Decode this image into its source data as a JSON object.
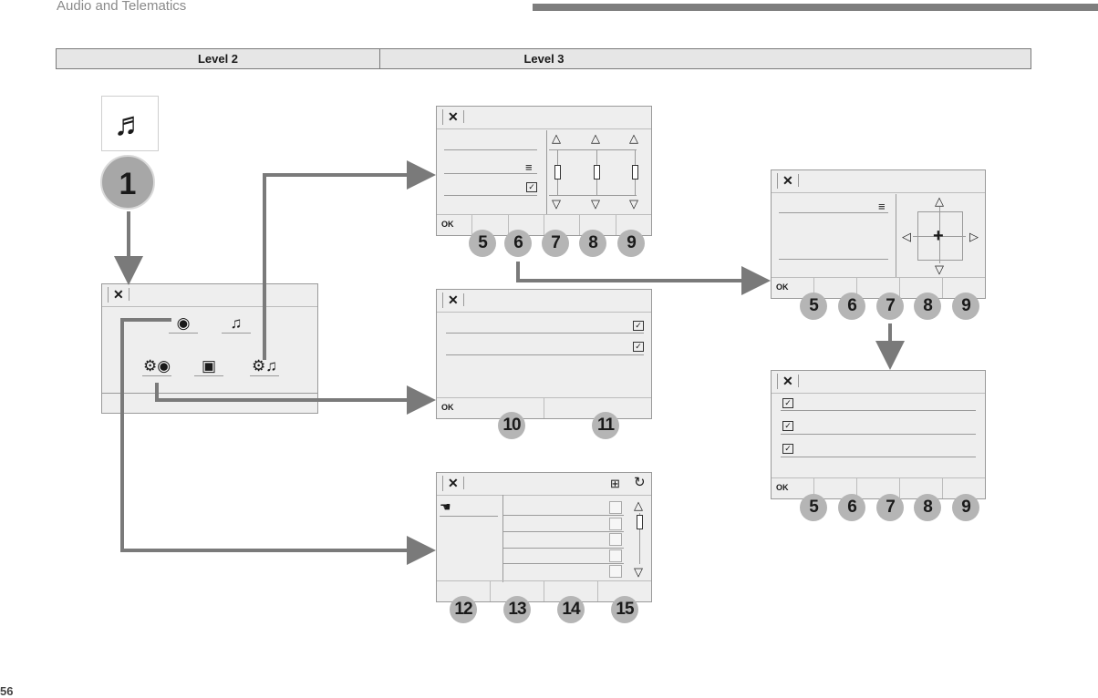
{
  "header": {
    "section": "Audio and Telematics"
  },
  "levels": {
    "level2": "Level 2",
    "level3": "Level 3"
  },
  "page_number": "56",
  "main_step": "1",
  "ok_label": "OK",
  "callouts": {
    "eq_panel": [
      "5",
      "6",
      "7",
      "8",
      "9"
    ],
    "balance_panel": [
      "5",
      "6",
      "7",
      "8",
      "9"
    ],
    "radio_panel": [
      "10",
      "11"
    ],
    "list_panel": [
      "12",
      "13",
      "14",
      "15"
    ],
    "checklist_panel": [
      "5",
      "6",
      "7",
      "8",
      "9"
    ]
  },
  "icons": {
    "music": "music-note-icon",
    "close": "close-icon",
    "radio": "radio-icon",
    "radio_settings": "radio-settings-icon",
    "media": "media-icon",
    "music_settings": "music-settings-icon",
    "list": "list-icon",
    "checkbox": "checkbox-icon",
    "up": "triangle-up-icon",
    "down": "triangle-down-icon",
    "left": "triangle-left-icon",
    "right": "triangle-right-icon",
    "refresh": "refresh-icon",
    "hand": "hand-pointer-icon",
    "new_list": "new-list-icon"
  },
  "colors": {
    "arrow": "#7a7a7a",
    "panel_bg": "#eeeeee",
    "callout_bg": "#b5b5b5",
    "bar": "#7e7e7e"
  }
}
